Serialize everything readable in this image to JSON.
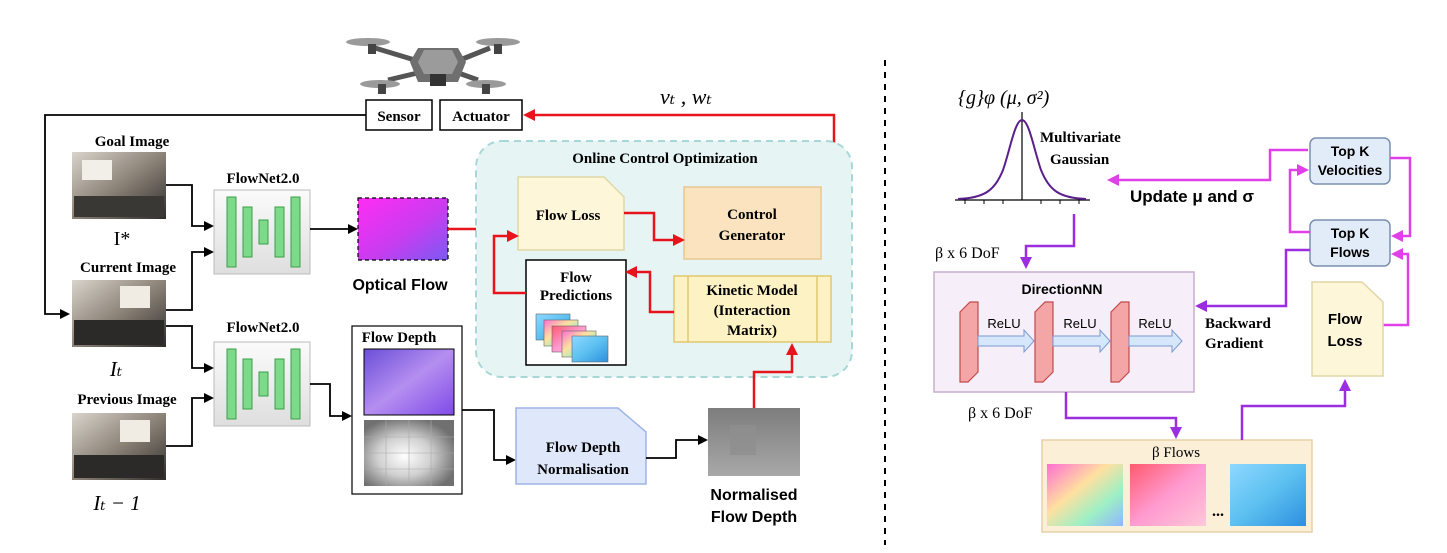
{
  "left": {
    "sensor": "Sensor",
    "actuator": "Actuator",
    "control_vars": "vₜ , wₜ",
    "goal_image_label": "Goal Image",
    "goal_symbol": "I*",
    "current_image_label": "Current Image",
    "current_symbol": "Iₜ",
    "previous_image_label": "Previous Image",
    "previous_symbol": "Iₜ − 1",
    "flownet_top": "FlowNet2.0",
    "flownet_bottom": "FlowNet2.0",
    "optical_flow": "Optical Flow",
    "online_control": "Online Control Optimization",
    "flow_loss": "Flow Loss",
    "control_generator_1": "Control",
    "control_generator_2": "Generator",
    "flow_predictions_1": "Flow",
    "flow_predictions_2": "Predictions",
    "kinetic_1": "Kinetic Model",
    "kinetic_2": "(Interaction",
    "kinetic_3": "Matrix)",
    "flow_depth": "Flow Depth",
    "normalisation_1": "Flow Depth",
    "normalisation_2": "Normalisation",
    "normalised_1": "Normalised",
    "normalised_2": "Flow Depth"
  },
  "right": {
    "gaussian_formula": "{g}φ (μ, σ²)",
    "multivariate_1": "Multivariate",
    "multivariate_2": "Gaussian",
    "update": "Update μ and σ",
    "top_k_velocities_1": "Top K",
    "top_k_velocities_2": "Velocities",
    "top_k_flows_1": "Top K",
    "top_k_flows_2": "Flows",
    "beta_dof_top": "β x 6 DoF",
    "direction_nn": "DirectionNN",
    "relu_1": "ReLU",
    "relu_2": "ReLU",
    "relu_3": "ReLU",
    "backward_1": "Backward",
    "backward_2": "Gradient",
    "flow_loss_1": "Flow",
    "flow_loss_2": "Loss",
    "beta_dof_bottom": "β x 6 DoF",
    "beta_flows": "β Flows",
    "ellipsis": "..."
  },
  "colors": {
    "red_arrow": "#e8141c",
    "purple_arrow": "#9b2ee0",
    "magenta_arrow": "#e040e8",
    "flownet_green": "#7fd98a",
    "relu_red": "#f4a5a5",
    "teal_region": "#e7f4f4",
    "yellow_box": "#fdf6d8"
  }
}
